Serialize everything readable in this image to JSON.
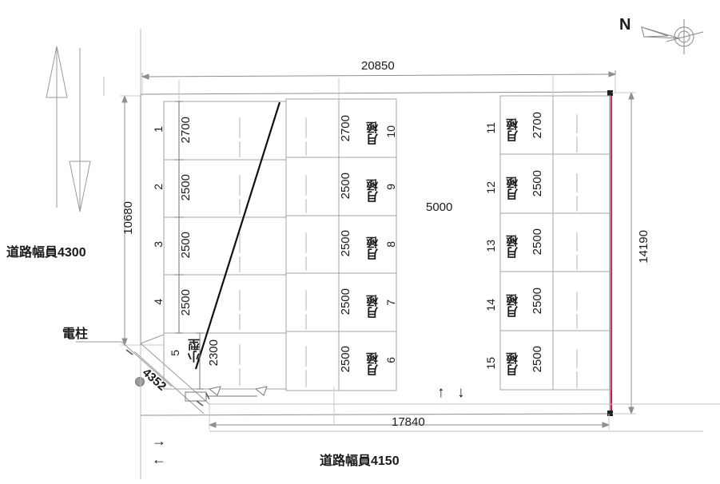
{
  "drawing": {
    "title_north": "N",
    "north_icon": "north-arrow-compass"
  },
  "dimensions": {
    "top_overall": "20850",
    "left_vertical": "10680",
    "right_vertical": "14190",
    "bottom_overall": "17840",
    "center_aisle": "5000",
    "diagonal_corner": "4352",
    "compact_width": "2300"
  },
  "roads": {
    "left_label": "道路幅員4300",
    "bottom_label": "道路幅員4150"
  },
  "annotations": {
    "utility_pole": "電柱",
    "compact_label": "小型",
    "monthly_label": "月極",
    "arrow_up": "↑",
    "arrow_down": "↓",
    "arrow_right": "→",
    "arrow_left": "←"
  },
  "columns": {
    "left": {
      "name": "left-column",
      "stalls": [
        {
          "no": "1",
          "width": "2700",
          "type": ""
        },
        {
          "no": "2",
          "width": "2500",
          "type": ""
        },
        {
          "no": "3",
          "width": "2500",
          "type": ""
        },
        {
          "no": "4",
          "width": "2500",
          "type": ""
        },
        {
          "no": "5",
          "width": "2300",
          "type": "小型"
        }
      ]
    },
    "middle": {
      "name": "middle-column",
      "stalls": [
        {
          "no": "10",
          "width": "2700",
          "type": "月極"
        },
        {
          "no": "9",
          "width": "2500",
          "type": "月極"
        },
        {
          "no": "8",
          "width": "2500",
          "type": "月極"
        },
        {
          "no": "7",
          "width": "2500",
          "type": "月極"
        },
        {
          "no": "6",
          "width": "2500",
          "type": "月極"
        }
      ]
    },
    "right": {
      "name": "right-column",
      "stalls": [
        {
          "no": "11",
          "width": "2700",
          "type": "月極"
        },
        {
          "no": "12",
          "width": "2500",
          "type": "月極"
        },
        {
          "no": "13",
          "width": "2500",
          "type": "月極"
        },
        {
          "no": "14",
          "width": "2500",
          "type": "月極"
        },
        {
          "no": "15",
          "width": "2500",
          "type": "月極"
        }
      ]
    }
  },
  "colors": {
    "boundary_highlight": "#c8204a",
    "line": "#9a9a9a",
    "text": "#1a1a1a"
  }
}
